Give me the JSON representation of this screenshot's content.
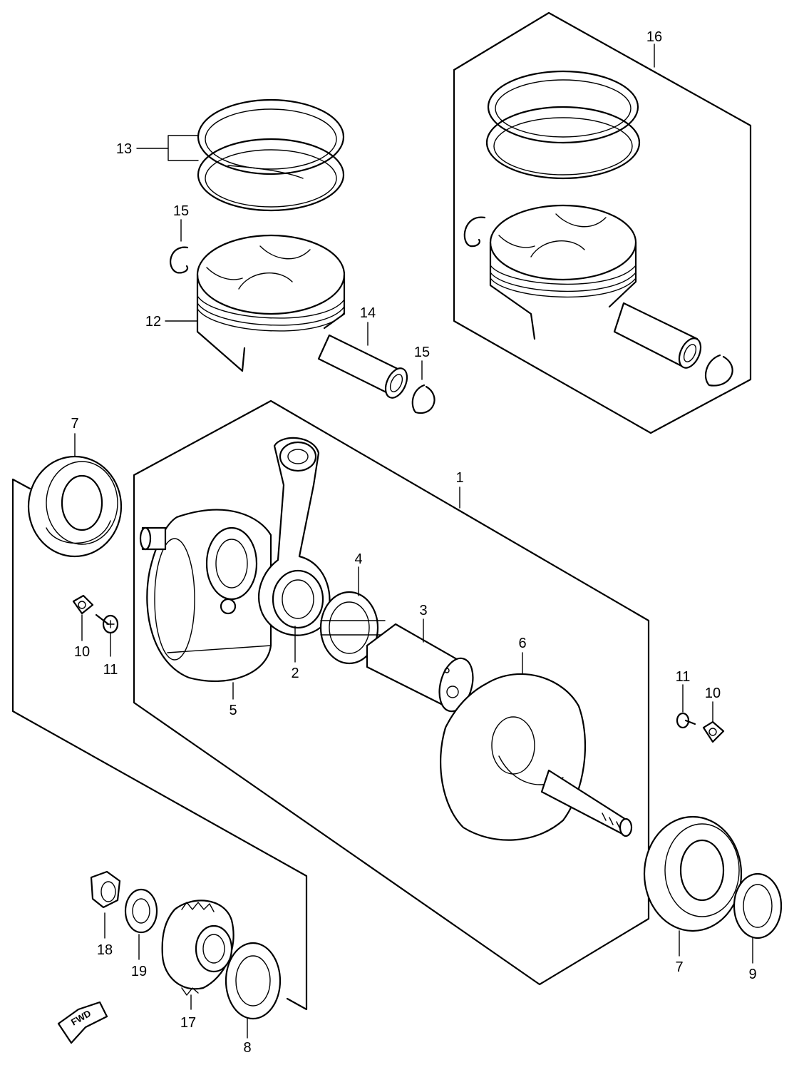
{
  "callouts": {
    "c1": "1",
    "c2": "2",
    "c3": "3",
    "c4": "4",
    "c5": "5",
    "c6": "6",
    "c7a": "7",
    "c7b": "7",
    "c8": "8",
    "c9": "9",
    "c10a": "10",
    "c10b": "10",
    "c11a": "11",
    "c11b": "11",
    "c12": "12",
    "c13": "13",
    "c14": "14",
    "c15a": "15",
    "c15b": "15",
    "c16": "16",
    "c17": "17",
    "c18": "18",
    "c19": "19"
  },
  "direction_marker": {
    "label": "FWD"
  }
}
